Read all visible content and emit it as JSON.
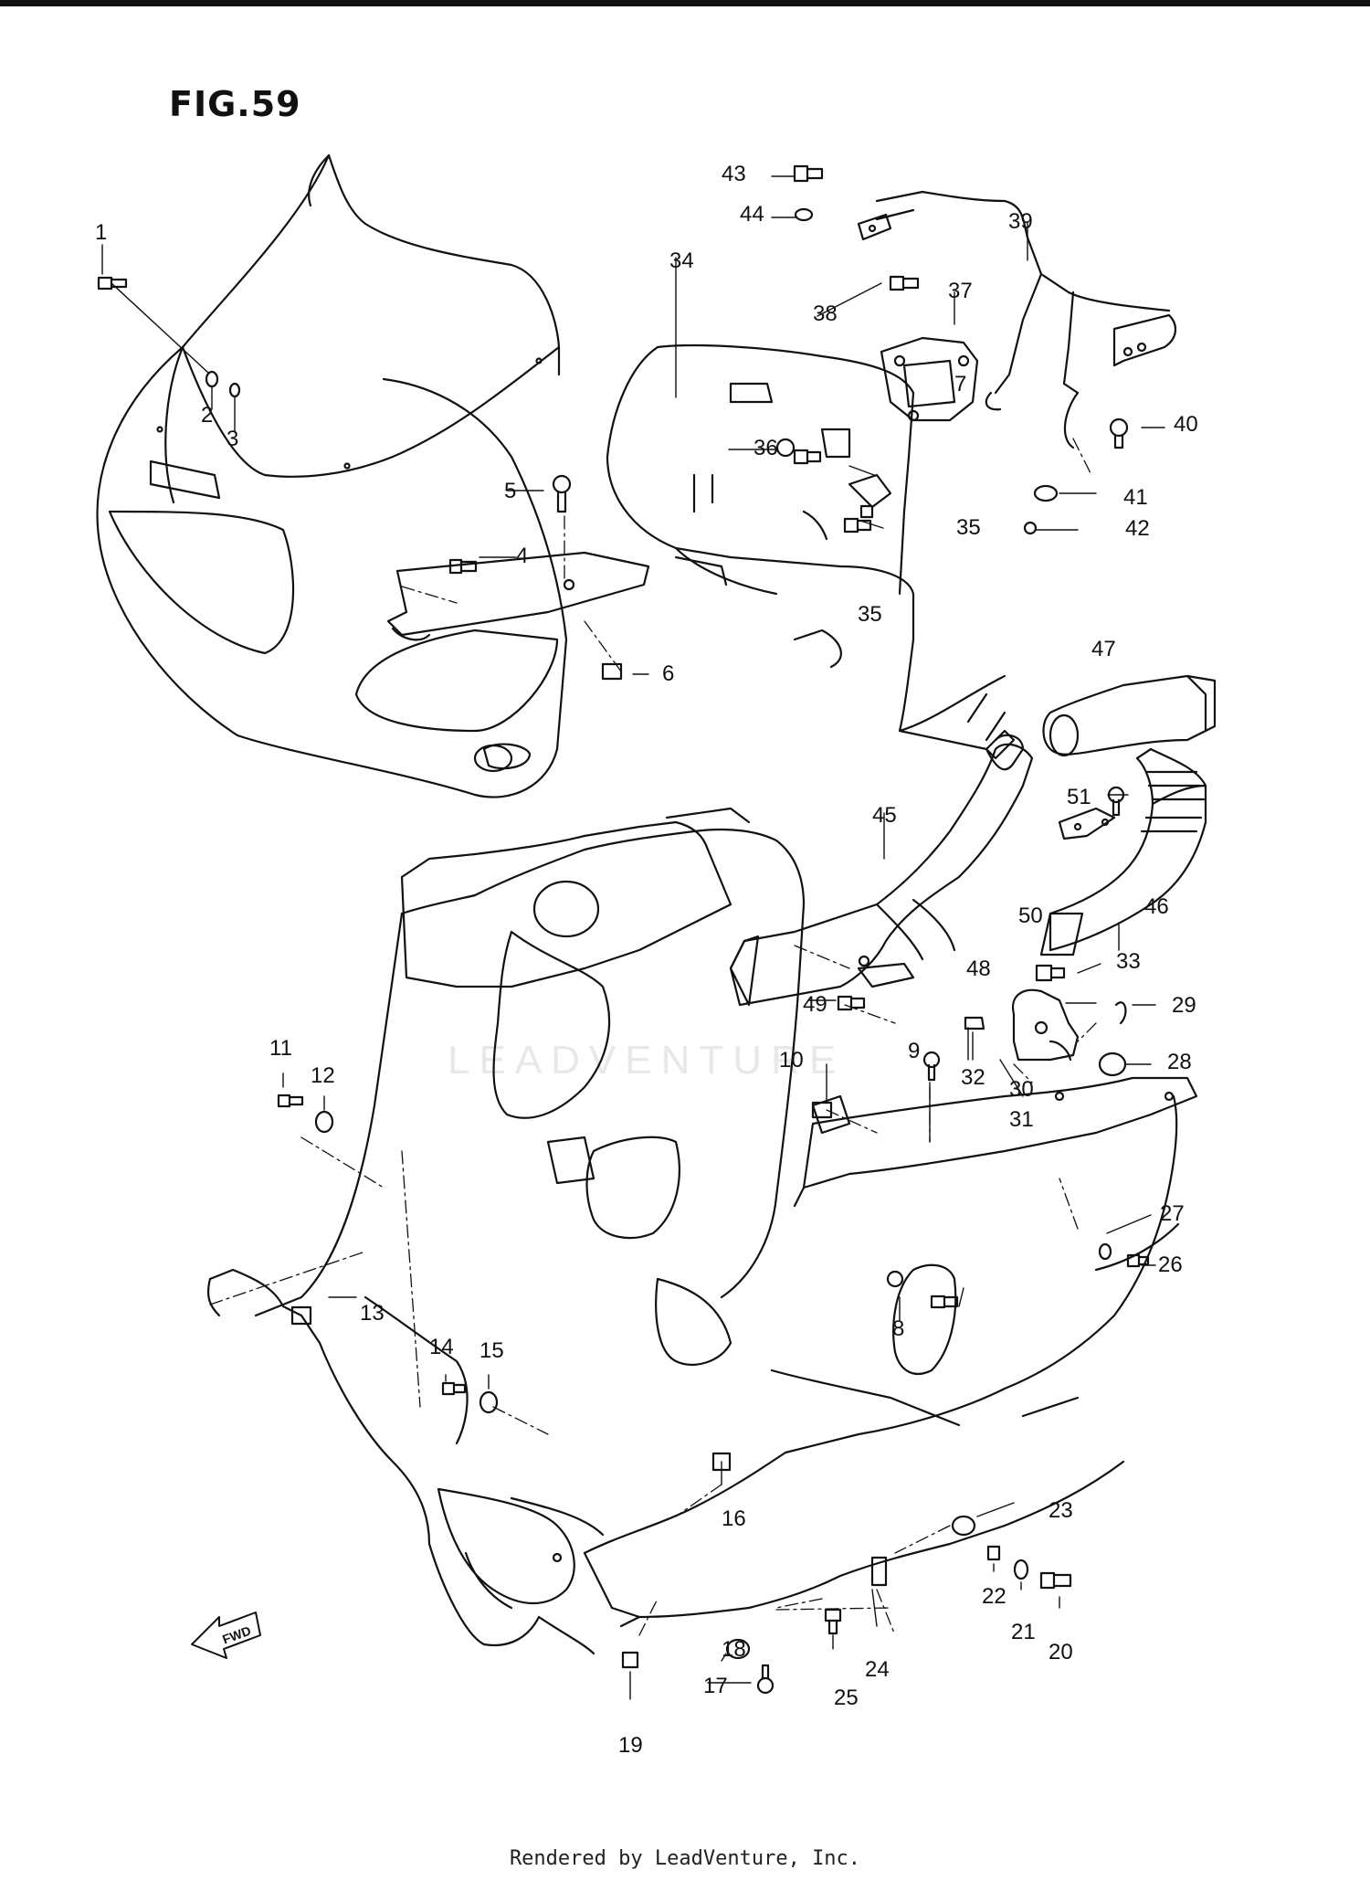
{
  "figure_title": "FIG.59",
  "footer_text": "Rendered by LeadVenture, Inc.",
  "watermark_text": "LEADVENTURE",
  "fwd_label": "FWD",
  "callouts": [
    "1",
    "2",
    "3",
    "4",
    "5",
    "6",
    "7",
    "8",
    "9",
    "10",
    "11",
    "12",
    "13",
    "14",
    "15",
    "16",
    "17",
    "18",
    "19",
    "20",
    "21",
    "22",
    "23",
    "24",
    "25",
    "26",
    "27",
    "28",
    "29",
    "30",
    "31",
    "32",
    "33",
    "34",
    "35",
    "35",
    "36",
    "37",
    "38",
    "39",
    "40",
    "41",
    "42",
    "43",
    "44",
    "45",
    "46",
    "47",
    "48",
    "49",
    "50",
    "51"
  ]
}
